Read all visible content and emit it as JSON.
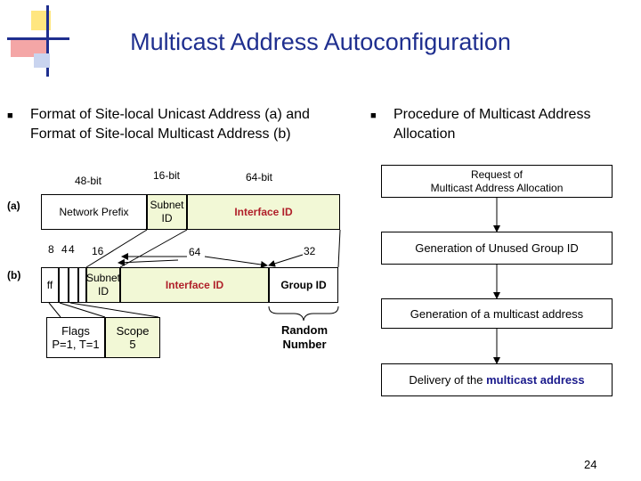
{
  "title": "Multicast Address Autoconfiguration",
  "left_bullet": {
    "line1": "Format of Site-local Unicast Address (a) and",
    "line2": "Format of Site-local Multicast Address (b)"
  },
  "right_bullet": {
    "line1": "Procedure of Multicast Address",
    "line2": "Allocation"
  },
  "format_a": {
    "label": "(a)",
    "widths": {
      "prefix": "48-bit",
      "subnet": "16-bit",
      "iface": "64-bit"
    },
    "prefix_box": "Network Prefix",
    "subnet_box_l1": "Subnet",
    "subnet_box_l2": "ID",
    "iface_box": "Interface ID"
  },
  "format_b": {
    "label": "(b)",
    "widths": {
      "w8": "8",
      "w4a": "4",
      "w4b": "4",
      "w16": "16",
      "w64": "64",
      "w32": "32"
    },
    "ff_box": "ff",
    "subnet_box_l1": "Subnet",
    "subnet_box_l2": "ID",
    "iface_box": "Interface ID",
    "group_box": "Group ID",
    "flags_l1": "Flags",
    "flags_l2": "P=1, T=1",
    "scope_l1": "Scope",
    "scope_l2": "5",
    "random_l1": "Random",
    "random_l2": "Number"
  },
  "procedure": {
    "step1_l1": "Request of",
    "step1_l2": "Multicast Address Allocation",
    "step2": "Generation of Unused Group ID",
    "step3": "Generation of a multicast address",
    "step4_prefix": "Delivery of the ",
    "step4_em": "multicast address"
  },
  "page_number": "24",
  "colors": {
    "title": "#1f2f8f",
    "accent_red": "#b0202a",
    "field_fill": "#f2f8d6"
  }
}
